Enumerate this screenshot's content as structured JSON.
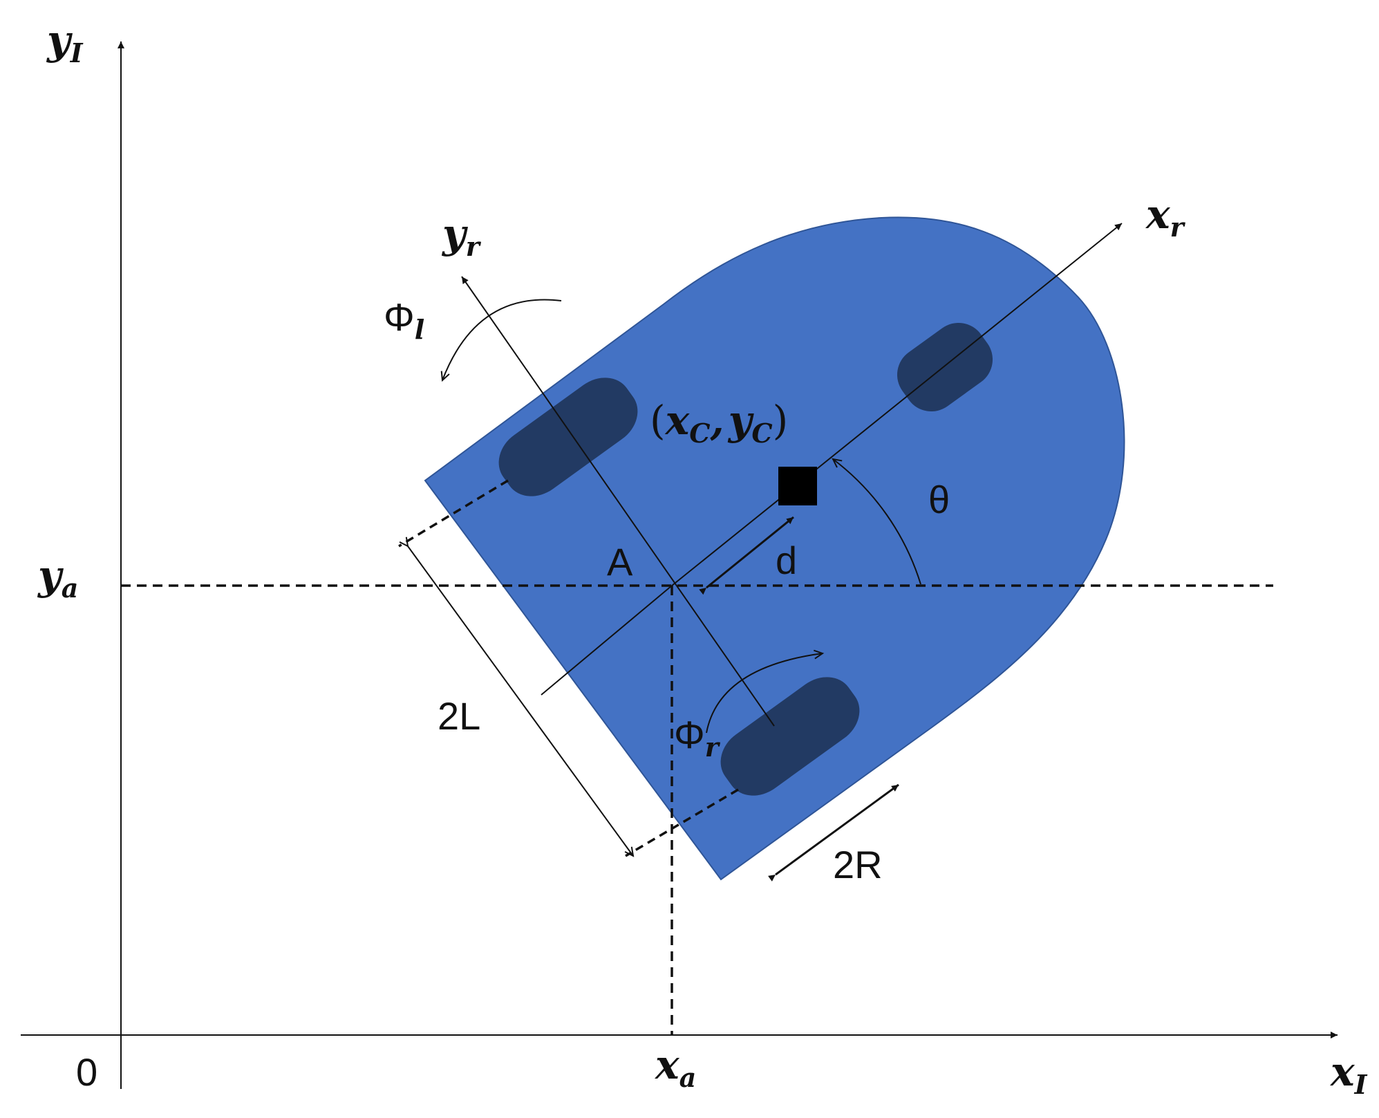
{
  "diagram": {
    "colors": {
      "body": "#4472C4",
      "body_edge": "#2F5597",
      "wheel": "#223A63",
      "line": "#111111",
      "background": "#FFFFFF"
    },
    "axes": {
      "inertial_y": {
        "main": "y",
        "sub": "I"
      },
      "inertial_x": {
        "main": "x",
        "sub": "I"
      },
      "origin": "0"
    },
    "robot_frame": {
      "x": {
        "main": "x",
        "sub": "r"
      },
      "y": {
        "main": "y",
        "sub": "r"
      }
    },
    "ref_point": {
      "y": {
        "main": "y",
        "sub": "a"
      },
      "x": {
        "main": "x",
        "sub": "a"
      },
      "name": "A"
    },
    "center_of_mass": {
      "open": "(",
      "x_main": "x",
      "x_sub": "C",
      "sep": ",",
      "y_main": "y",
      "y_sub": "C",
      "close": ")"
    },
    "wheel_rotations": {
      "left": {
        "main": "Φ",
        "sub": "l"
      },
      "right": {
        "main": "Φ",
        "sub": "r"
      }
    },
    "dimensions": {
      "heading_angle": "θ",
      "offset": "d",
      "axle_length": "2L",
      "wheel_diameter": "2R"
    }
  }
}
